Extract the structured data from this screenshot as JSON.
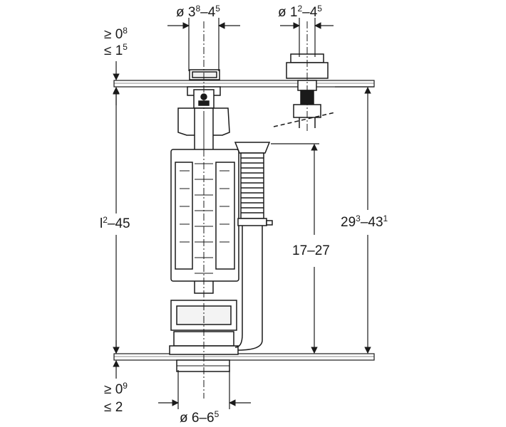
{
  "dimensions": {
    "top_left_diameter": {
      "base": "ø 3",
      "sup1": "8",
      "mid": "–4",
      "sup2": "5"
    },
    "top_right_diameter": {
      "base": "ø 1",
      "sup1": "2",
      "mid": "–4",
      "sup2": "5"
    },
    "top_clearance_line1": {
      "base": "≥ 0",
      "sup": "8"
    },
    "top_clearance_line2": {
      "base": "≤ 1",
      "sup": "5"
    },
    "left_height": {
      "base": "l",
      "sup": "2",
      "rest": "–45"
    },
    "middle_height": {
      "text": "17–27"
    },
    "right_height": {
      "base": "29",
      "sup1": "3",
      "mid": "–43",
      "sup2": "1"
    },
    "bottom_clearance_line1": {
      "base": "≥ 0",
      "sup": "9"
    },
    "bottom_clearance_line2": {
      "text": "≤ 2"
    },
    "bottom_diameter": {
      "base": "ø 6–6",
      "sup": "5"
    }
  },
  "colors": {
    "ink": "#1a1a1a",
    "background": "#ffffff",
    "hatch": "#555555"
  }
}
